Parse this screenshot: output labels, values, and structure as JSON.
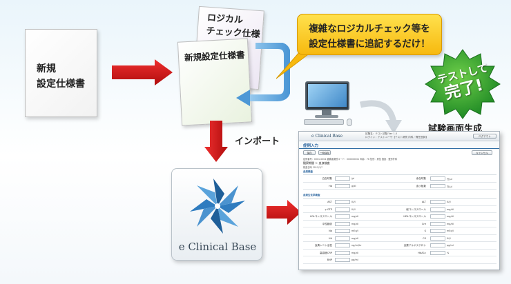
{
  "source_doc": {
    "label": "新規\n設定仕様書"
  },
  "logic_doc": {
    "label": "ロジカル\nチェック仕様"
  },
  "merged_doc": {
    "label": "新規設定仕様書"
  },
  "callout": {
    "text": "複雑なロジカルチェック等を\n設定仕様書に追記するだけ！"
  },
  "badge": {
    "line1": "テストして",
    "line2": "完了!"
  },
  "import_label": "インポート",
  "screen_gen_label": "試験画面生成",
  "logo": {
    "name": "e Clinical Base"
  },
  "screen": {
    "brand": "e Clinical Base",
    "header_info": "試験名：テスト試験  Ver 1.0\nログイン：テストユーザ【テスト病院 内科／責任医師】",
    "logout_btn": "ログアウト",
    "page_title": "症例入力",
    "btn_save": "保存",
    "btn_temp": "一時保存",
    "btn_cancel": "キャンセル",
    "meta1": "症例番号：0001-0004   被験者識別コード：000000001   年齢：76   性別：男性   施設：整形外科",
    "meta2": "観察期間 ＞ 血液検査",
    "meta3": "検査日時 2011/1/7",
    "section1": "血液検査",
    "section2": "血液生化学検査",
    "rows_a": [
      {
        "l": "白血球数",
        "u": "/μl",
        "l2": "赤血球数",
        "u2": "万/μl"
      },
      {
        "l": "Hb",
        "u": "g/dl",
        "l2": "血小板数",
        "u2": "万/μl"
      }
    ],
    "rows_b": [
      {
        "l": "AST",
        "u": "IU/l",
        "l2": "ALT",
        "u2": "IU/l"
      },
      {
        "l": "γ-GTP",
        "u": "IU/l",
        "l2": "総コレステロール",
        "u2": "mg/dl"
      },
      {
        "l": "LDLコレステロール",
        "u": "mg/dl",
        "l2": "HDLコレステロール",
        "u2": "mg/dl"
      },
      {
        "l": "中性脂肪",
        "u": "mg/dl",
        "l2": "Cre",
        "u2": "mg/dl"
      },
      {
        "l": "Na",
        "u": "mEq/l",
        "l2": "K",
        "u2": "mEq/l"
      },
      {
        "l": "UA",
        "u": "mg/dl",
        "l2": "CK",
        "u2": "IU/l"
      },
      {
        "l": "血清レニン活性",
        "u": "ng/ml/hr",
        "l2": "血漿アルドステロン",
        "u2": "pg/ml"
      },
      {
        "l": "高感度CRP",
        "u": "mg/dl",
        "l2": "HbA1c",
        "u2": "%"
      },
      {
        "l": "BNP",
        "u": "pg/ml",
        "l2": "",
        "u2": ""
      }
    ]
  },
  "colors": {
    "arrow_red": "#d21212",
    "callout_yellow": "#f7c21a",
    "badge_green": "#2e9a2a",
    "logo_blue": "#1f5f99"
  }
}
